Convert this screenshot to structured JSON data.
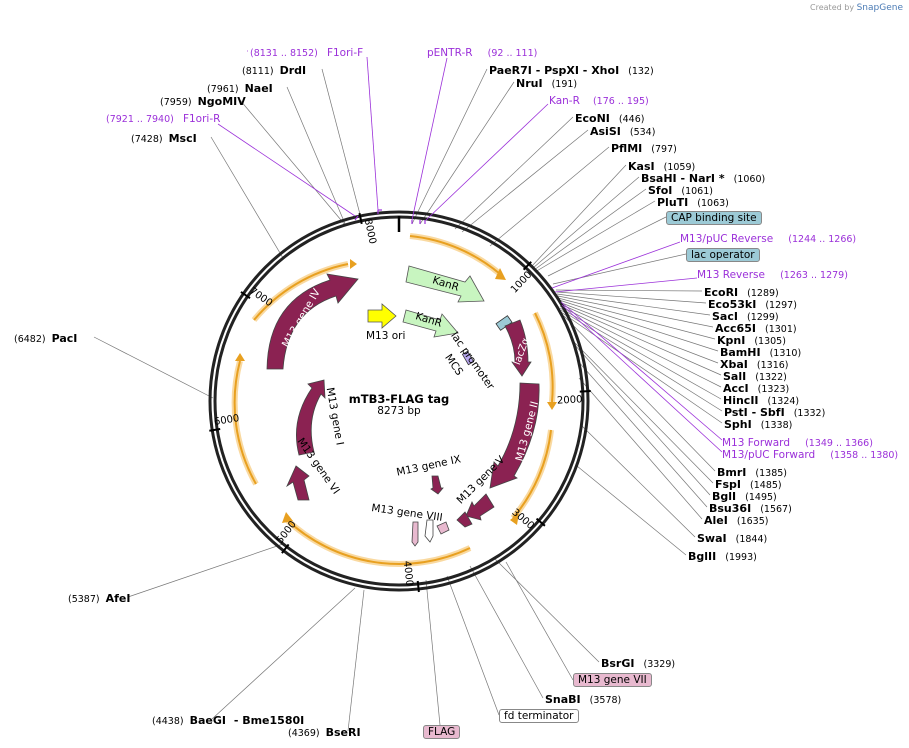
{
  "brand": {
    "created_by": "Created by",
    "name": "SnapGene"
  },
  "plasmid": {
    "name": "mTB3-FLAG tag",
    "length": "8273 bp",
    "total_bp": 8273
  },
  "ticks": [
    {
      "bp": 1000,
      "label": "1000"
    },
    {
      "bp": 2000,
      "label": "2000"
    },
    {
      "bp": 3000,
      "label": "3000"
    },
    {
      "bp": 4000,
      "label": "4000"
    },
    {
      "bp": 5000,
      "label": "5000"
    },
    {
      "bp": 6000,
      "label": "6000"
    },
    {
      "bp": 7000,
      "label": "7000"
    },
    {
      "bp": 8000,
      "label": "8000"
    }
  ],
  "right_sites": [
    {
      "names": [
        "PaeR7I",
        "PspXI",
        "XhoI"
      ],
      "pos": "(132)",
      "bp": 132
    },
    {
      "names": [
        "NruI"
      ],
      "pos": "(191)",
      "bp": 191
    },
    {
      "names": [
        "EcoNI"
      ],
      "pos": "(446)",
      "bp": 446
    },
    {
      "names": [
        "AsiSI"
      ],
      "pos": "(534)",
      "bp": 534
    },
    {
      "names": [
        "PflMI"
      ],
      "pos": "(797)",
      "bp": 797
    },
    {
      "names": [
        "KasI"
      ],
      "pos": "(1059)",
      "bp": 1059
    },
    {
      "names": [
        "BsaHI",
        "NarI *"
      ],
      "pos": "(1060)",
      "bp": 1060
    },
    {
      "names": [
        "SfoI"
      ],
      "pos": "(1061)",
      "bp": 1061
    },
    {
      "names": [
        "PluTI"
      ],
      "pos": "(1063)",
      "bp": 1063
    },
    {
      "names": [
        "EcoRI"
      ],
      "pos": "(1289)",
      "bp": 1289
    },
    {
      "names": [
        "Eco53kI"
      ],
      "pos": "(1297)",
      "bp": 1297
    },
    {
      "names": [
        "SacI"
      ],
      "pos": "(1299)",
      "bp": 1299
    },
    {
      "names": [
        "Acc65I"
      ],
      "pos": "(1301)",
      "bp": 1301
    },
    {
      "names": [
        "KpnI"
      ],
      "pos": "(1305)",
      "bp": 1305
    },
    {
      "names": [
        "BamHI"
      ],
      "pos": "(1310)",
      "bp": 1310
    },
    {
      "names": [
        "XbaI"
      ],
      "pos": "(1316)",
      "bp": 1316
    },
    {
      "names": [
        "SalI"
      ],
      "pos": "(1322)",
      "bp": 1322
    },
    {
      "names": [
        "AccI"
      ],
      "pos": "(1323)",
      "bp": 1323
    },
    {
      "names": [
        "HincII"
      ],
      "pos": "(1324)",
      "bp": 1324
    },
    {
      "names": [
        "PstI",
        "SbfI"
      ],
      "pos": "(1332)",
      "bp": 1332
    },
    {
      "names": [
        "SphI"
      ],
      "pos": "(1338)",
      "bp": 1338
    },
    {
      "names": [
        "BmrI"
      ],
      "pos": "(1385)",
      "bp": 1385
    },
    {
      "names": [
        "FspI"
      ],
      "pos": "(1485)",
      "bp": 1485
    },
    {
      "names": [
        "BglI"
      ],
      "pos": "(1495)",
      "bp": 1495
    },
    {
      "names": [
        "Bsu36I"
      ],
      "pos": "(1567)",
      "bp": 1567
    },
    {
      "names": [
        "AleI"
      ],
      "pos": "(1635)",
      "bp": 1635
    },
    {
      "names": [
        "SwaI"
      ],
      "pos": "(1844)",
      "bp": 1844
    },
    {
      "names": [
        "BglII"
      ],
      "pos": "(1993)",
      "bp": 1993
    },
    {
      "names": [
        "BsrGI"
      ],
      "pos": "(3329)",
      "bp": 3329
    },
    {
      "names": [
        "SnaBI"
      ],
      "pos": "(3578)",
      "bp": 3578
    }
  ],
  "left_sites": [
    {
      "names": [
        "DrdI"
      ],
      "pos": "(8111)",
      "bp": 8111
    },
    {
      "names": [
        "NaeI"
      ],
      "pos": "(7961)",
      "bp": 7961
    },
    {
      "names": [
        "NgoMIV"
      ],
      "pos": "(7959)",
      "bp": 7959
    },
    {
      "names": [
        "MscI"
      ],
      "pos": "(7428)",
      "bp": 7428
    },
    {
      "names": [
        "PacI"
      ],
      "pos": "(6482)",
      "bp": 6482
    },
    {
      "names": [
        "AfeI"
      ],
      "pos": "(5387)",
      "bp": 5387
    },
    {
      "names": [
        "BaeGI",
        "Bme1580I"
      ],
      "pos": "(4438)",
      "bp": 4438
    },
    {
      "names": [
        "BseRI"
      ],
      "pos": "(4369)",
      "bp": 4369
    }
  ],
  "primers": [
    {
      "name": "F1ori-F",
      "range": "(8131 .. 8152)",
      "bp": 8140
    },
    {
      "name": "pENTR-R",
      "range": "(92 .. 111)",
      "bp": 100
    },
    {
      "name": "Kan-R",
      "range": "(176 .. 195)",
      "bp": 185
    },
    {
      "name": "F1ori-R",
      "range": "(7921 .. 7940)",
      "bp": 7930
    },
    {
      "name": "M13/pUC Reverse",
      "range": "(1244 .. 1266)",
      "bp": 1255
    },
    {
      "name": "M13 Reverse",
      "range": "(1263 .. 1279)",
      "bp": 1270
    },
    {
      "name": "M13 Forward",
      "range": "(1349 .. 1366)",
      "bp": 1357
    },
    {
      "name": "M13/pUC Forward",
      "range": "(1358 .. 1380)",
      "bp": 1369
    }
  ],
  "boxed_features": [
    {
      "name": "CAP binding site",
      "color": "#9ccad6"
    },
    {
      "name": "lac operator",
      "color": "#9ccad6"
    },
    {
      "name": "M13 gene VII",
      "color": "#e8b9cf"
    },
    {
      "name": "fd terminator",
      "color": "#ffffff"
    },
    {
      "name": "FLAG",
      "color": "#e8b9cf"
    }
  ],
  "inner_features": [
    {
      "name": "KanR",
      "color": "#c8f5c0"
    },
    {
      "name": "KanR",
      "color": "#c8f5c0"
    },
    {
      "name": "M13 ori",
      "color": "#ffff00"
    },
    {
      "name": "lac promoter",
      "color": "#9ccad6"
    },
    {
      "name": "MCS",
      "color": "#b9a8f0"
    },
    {
      "name": "lacZα",
      "color": "#8b2252"
    },
    {
      "name": "M13 gene II",
      "color": "#8b2252"
    },
    {
      "name": "M13 gene V",
      "color": "#8b2252"
    },
    {
      "name": "M13 gene IX",
      "color": "#8b2252"
    },
    {
      "name": "M13 gene VIII",
      "color": "#8b2252"
    },
    {
      "name": "M13 gene VI",
      "color": "#8b2252"
    },
    {
      "name": "M13 gene I",
      "color": "#8b2252"
    },
    {
      "name": "M13 gene IV",
      "color": "#8b2252"
    }
  ],
  "colors": {
    "gene": "#8b2252",
    "primer": "#9b30d9",
    "orange": "#f0a020",
    "ring": "#222222"
  }
}
